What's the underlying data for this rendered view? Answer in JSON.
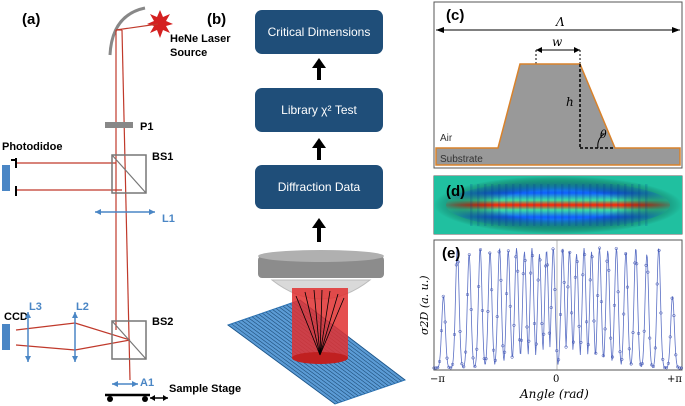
{
  "panels": {
    "a": {
      "label": "(a)",
      "laser": "HeNe Laser\nSource",
      "p1": "P1",
      "photodiode": "Photodidoe",
      "bs1": "BS1",
      "l1": "L1",
      "ccd": "CCD",
      "l3": "L3",
      "l2": "L2",
      "bs2": "BS2",
      "a1": "A1",
      "stage": "Sample Stage"
    },
    "b": {
      "label": "(b)",
      "box1": "Critical Dimensions",
      "box2": "Library χ² Test",
      "box3": "Diffraction Data"
    },
    "c": {
      "label": "(c)",
      "period": "Λ",
      "width": "w",
      "height": "h",
      "angle": "θ",
      "air": "Air",
      "substrate": "Substrate"
    },
    "d": {
      "label": "(d)"
    },
    "e": {
      "label": "(e)",
      "ylabel": "σ2D (a. u.)",
      "xlabel": "Angle (rad)",
      "xtick_left": "−π",
      "xtick_mid": "0",
      "xtick_right": "+π"
    }
  },
  "colors": {
    "box_fill": "#1f4e79",
    "beam": "#c0392b",
    "optic_blue": "#4a86c5",
    "trapezoid": "#999999",
    "trapezoid_edge": "#d9822b"
  },
  "chart_data": {
    "type": "scatter",
    "title": "",
    "xlabel": "Angle (rad)",
    "ylabel": "σ2D (a. u.)",
    "xlim": [
      -3.14,
      3.14
    ],
    "series": [
      {
        "peaks_x": [
          -2.9,
          -2.55,
          -2.25,
          -1.97,
          -1.72,
          -1.48,
          -1.26,
          -1.05,
          -0.85,
          -0.66,
          -0.47,
          -0.29,
          -0.12,
          0.12,
          0.29,
          0.47,
          0.66,
          0.85,
          1.05,
          1.26,
          1.48,
          1.72,
          1.97,
          2.25,
          2.55,
          2.9
        ],
        "peaks_y": [
          0.6,
          1.0,
          0.95,
          1.0,
          0.97,
          1.0,
          0.98,
          1.0,
          0.97,
          1.0,
          0.95,
          0.98,
          1.0,
          1.0,
          0.98,
          0.95,
          1.0,
          0.97,
          1.0,
          0.98,
          1.0,
          0.97,
          1.0,
          0.95,
          1.0,
          0.6
        ]
      }
    ]
  }
}
